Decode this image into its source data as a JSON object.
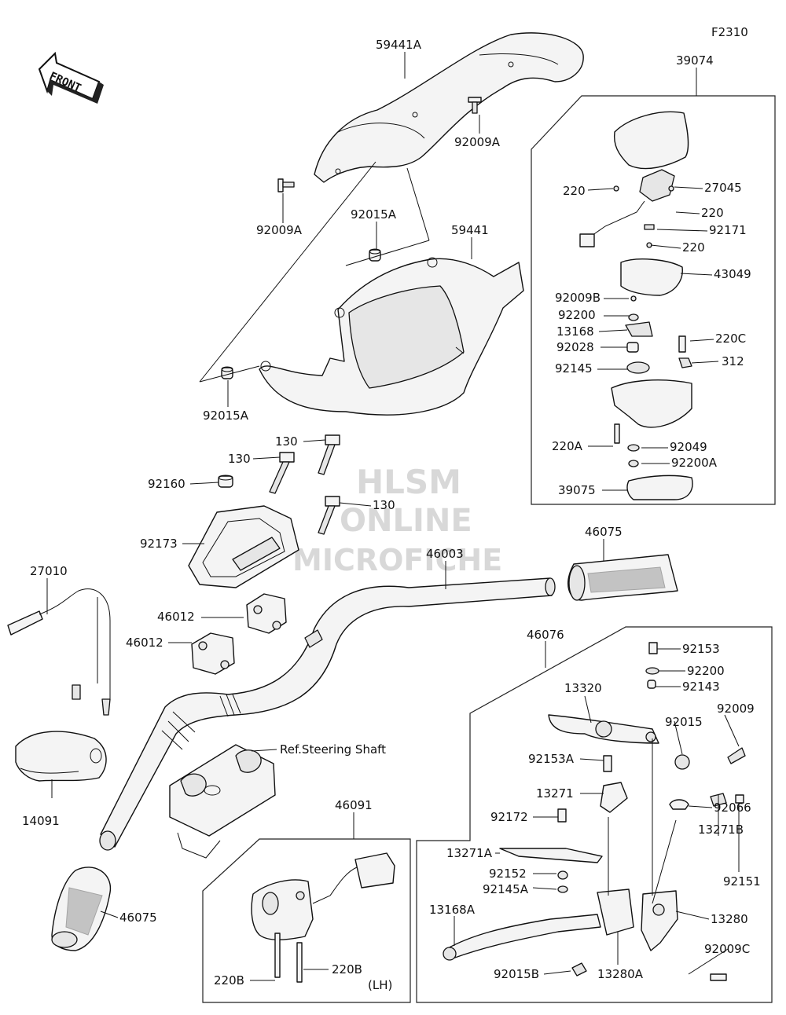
{
  "figure_code": "F2310",
  "front_arrow": {
    "text": "FRONT",
    "icon": "front-direction-arrow-icon"
  },
  "watermark": {
    "line1": "HLSM",
    "line2": "ONLINE",
    "line3": "MICROFICHE"
  },
  "ref_note": "Ref.Steering Shaft",
  "side_note": "(LH)",
  "labels": {
    "l59441A": "59441A",
    "l92009A_top": "92009A",
    "l92009A_left": "92009A",
    "l92015A_top": "92015A",
    "l59441": "59441",
    "l92015A_bot": "92015A",
    "l39074": "39074",
    "l220_a": "220",
    "l27045": "27045",
    "l220_b": "220",
    "l92171": "92171",
    "l220_c": "220",
    "l43049": "43049",
    "l92009B": "92009B",
    "l92200_r": "92200",
    "l13168": "13168",
    "l92028": "92028",
    "l220C": "220C",
    "l92145": "92145",
    "l312": "312",
    "l220A": "220A",
    "l92049": "92049",
    "l92200A": "92200A",
    "l39075": "39075",
    "l130_a": "130",
    "l130_b": "130",
    "l130_c": "130",
    "l92160": "92160",
    "l92173": "92173",
    "l46003": "46003",
    "l46075_top": "46075",
    "l27010": "27010",
    "l46012_a": "46012",
    "l46012_b": "46012",
    "l46076": "46076",
    "l92153": "92153",
    "l92200_b": "92200",
    "l92143": "92143",
    "l13320": "13320",
    "l92015": "92015",
    "l92009": "92009",
    "l92153A": "92153A",
    "l13271": "13271",
    "l92172": "92172",
    "l92066": "92066",
    "l13271B": "13271B",
    "l13271A": "13271A",
    "l92152": "92152",
    "l92145A": "92145A",
    "l92151": "92151",
    "l13168A": "13168A",
    "l13280": "13280",
    "l92009C": "92009C",
    "l92015B": "92015B",
    "l13280A": "13280A",
    "l14091": "14091",
    "l46075_bot": "46075",
    "l46091": "46091",
    "l220B_a": "220B",
    "l220B_b": "220B"
  }
}
